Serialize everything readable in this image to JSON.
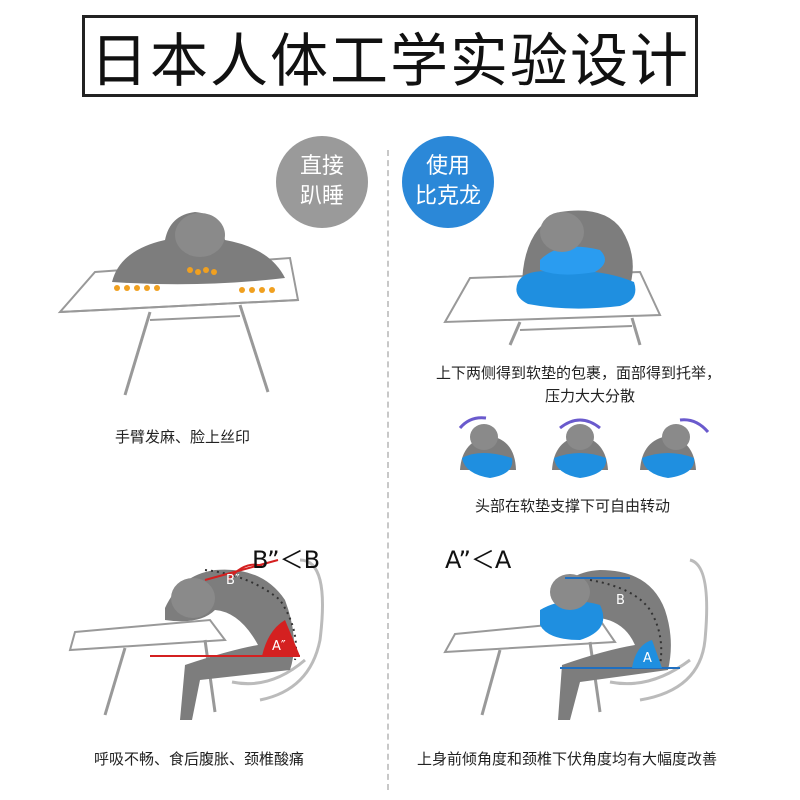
{
  "title": "日本人体工学实验设计",
  "left": {
    "badge_line1": "直接",
    "badge_line2": "趴睡",
    "caption_top": "手臂发麻、脸上丝印",
    "ratio": "B”＜B",
    "caption_bottom": "呼吸不畅、食后腹胀、颈椎酸痛",
    "angle_a": "A″",
    "angle_b": "B″"
  },
  "right": {
    "badge_line1": "使用",
    "badge_line2": "比克龙",
    "caption_line1": "上下两侧得到软垫的包裹，面部得到托举，",
    "caption_line2": "压力大大分散",
    "caption_rotate": "头部在软垫支撑下可自由转动",
    "ratio": "A”＜A",
    "caption_bottom": "上身前倾角度和颈椎下伏角度均有大幅度改善",
    "angle_a": "A",
    "angle_b": "B"
  },
  "colors": {
    "grey_badge": "#9a9a9a",
    "blue_badge": "#2b88d8",
    "pressure": "#f0a020",
    "angle_red": "#d42020",
    "pillow_blue": "#1f8fe0"
  }
}
